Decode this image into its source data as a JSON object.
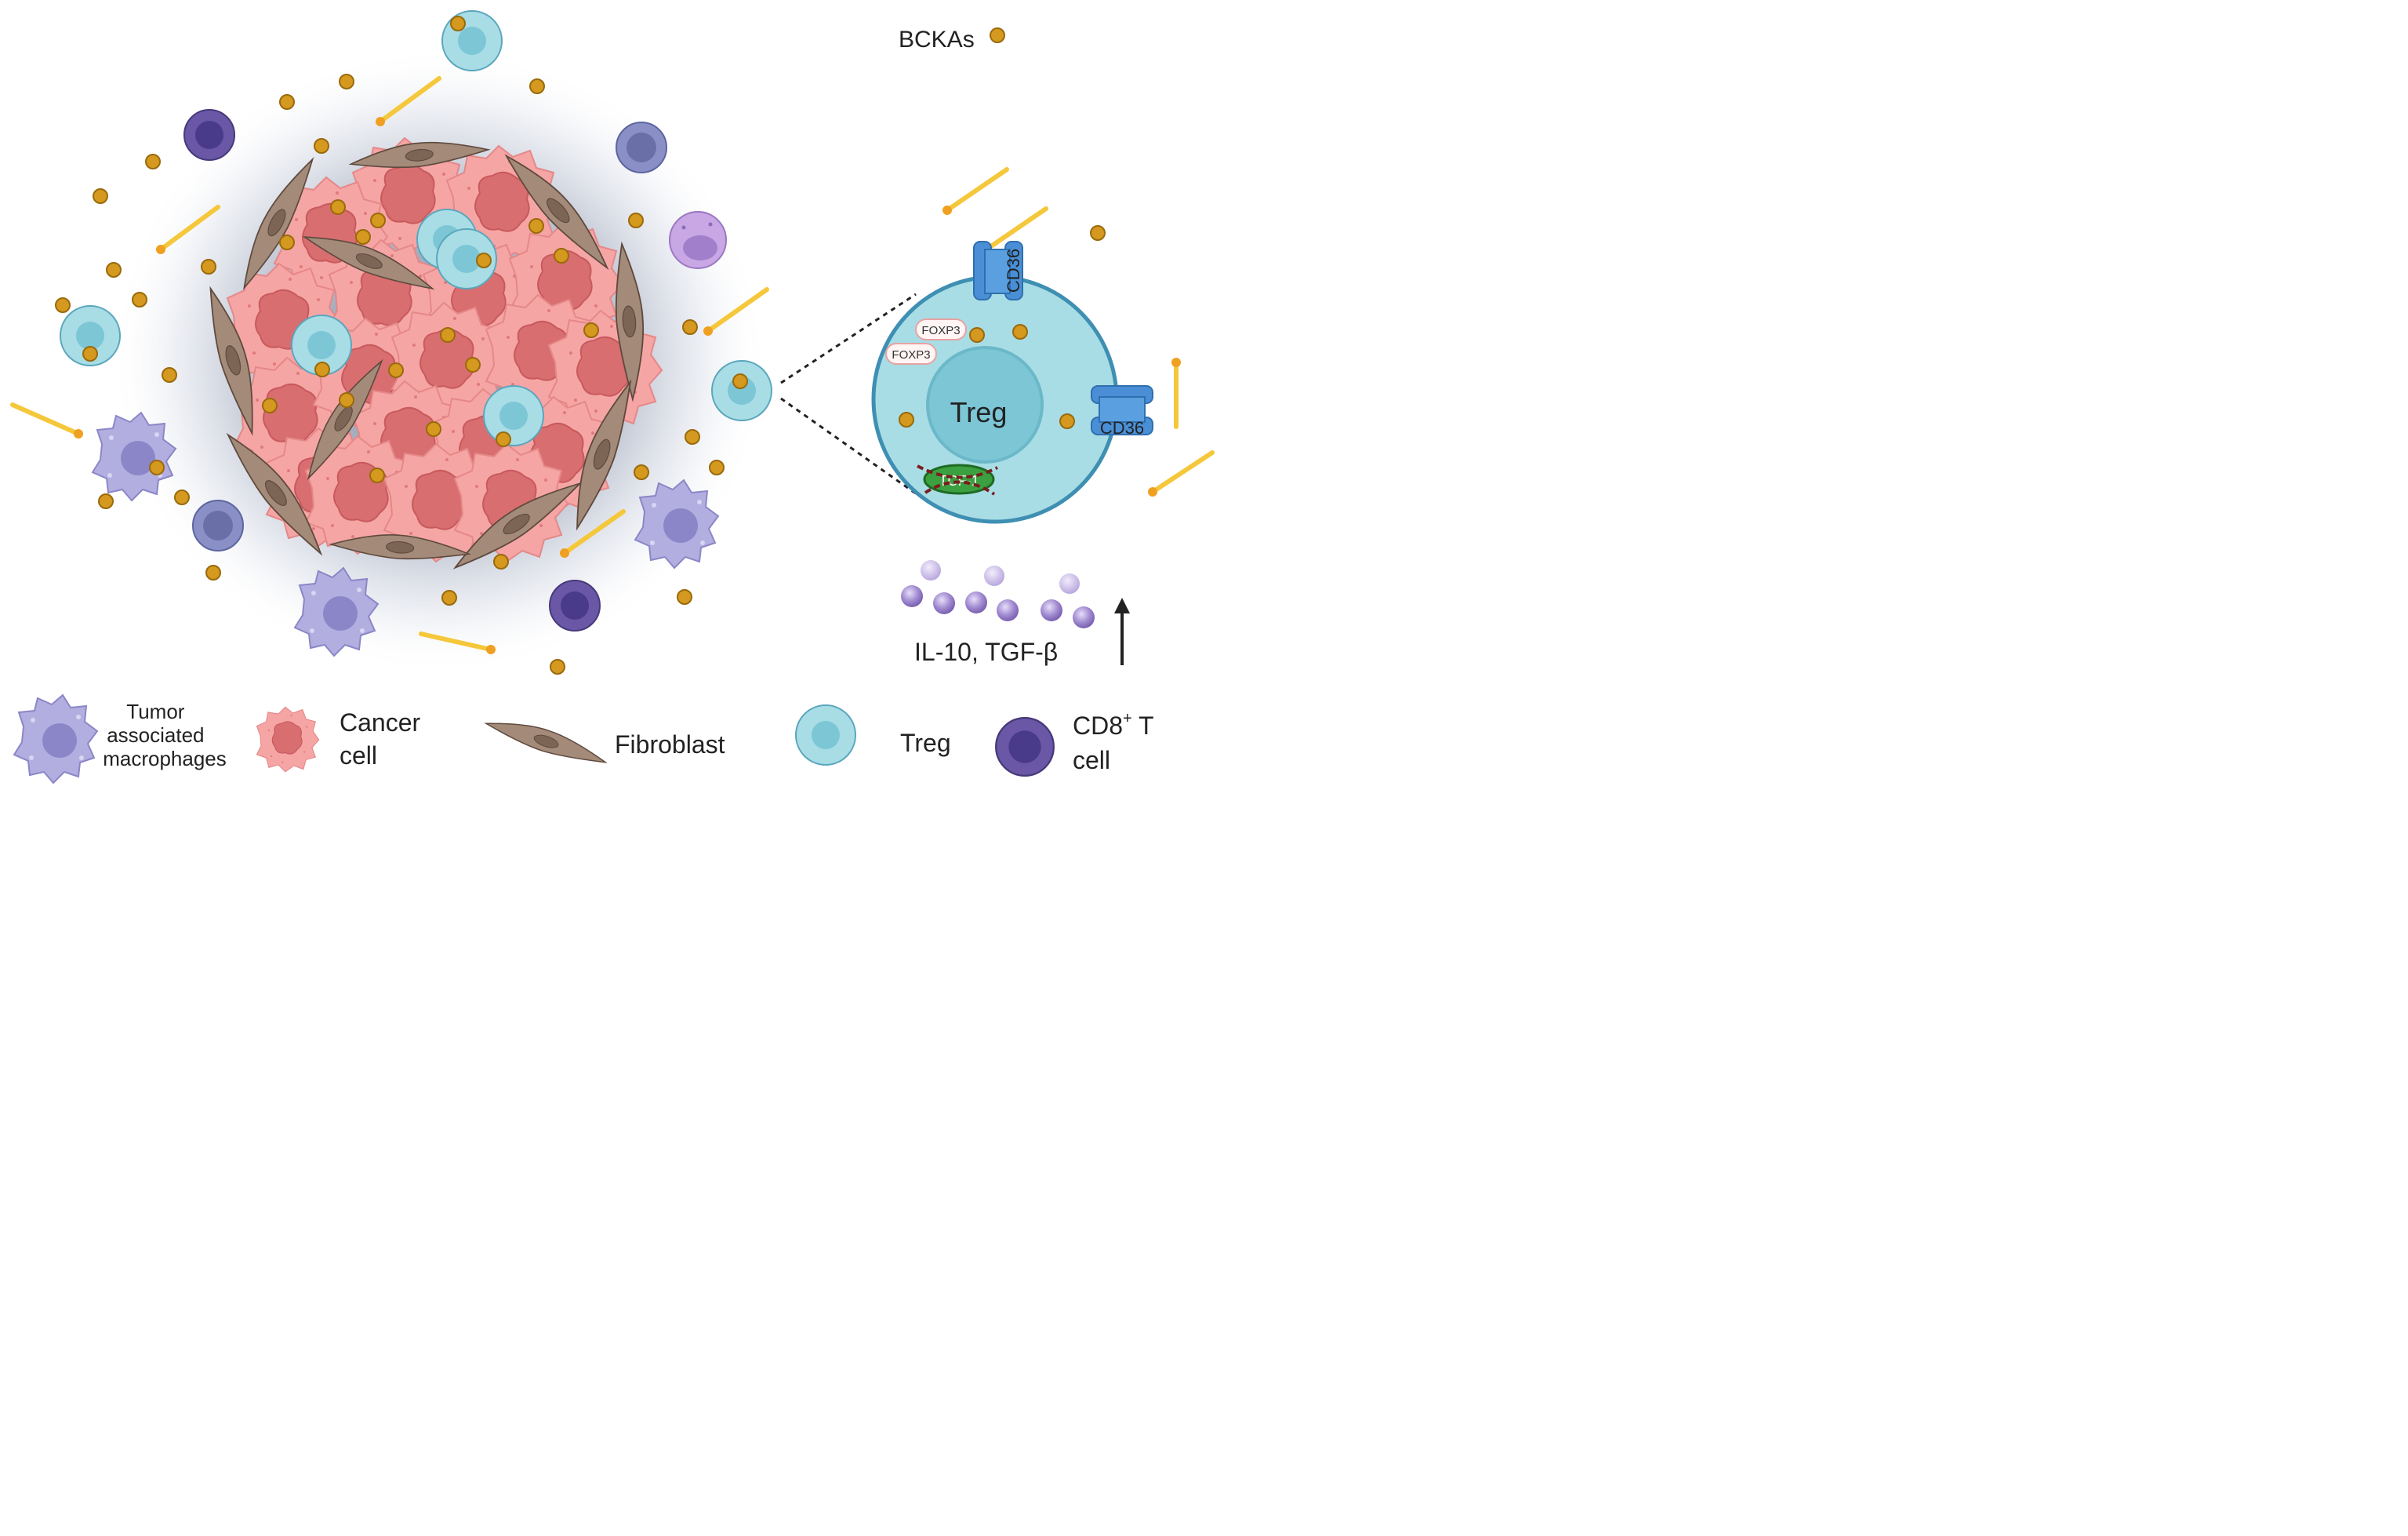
{
  "labels": {
    "bckas": "BCKAs",
    "cd36_top": "CD36",
    "cd36_right": "CD36",
    "foxp3_1": "FOXP3",
    "foxp3_2": "FOXP3",
    "treg_nucleus": "Treg",
    "tcf1": "TCF-1",
    "cytokines": "IL-10, TGF-β"
  },
  "legend": {
    "macrophage": [
      "Tumor",
      "associated",
      "macrophages"
    ],
    "cancer": [
      "Cancer",
      "cell"
    ],
    "fibroblast": "Fibroblast",
    "treg": "Treg",
    "cd8": {
      "main": "CD8",
      "sup": "+",
      "suffix": " T",
      "line2": "cell"
    }
  },
  "colors": {
    "bcka_fill": "#d4991e",
    "bcka_stroke": "#9a6a0c",
    "fatty_acid": "#f5c73a",
    "fatty_acid_head": "#f0a020",
    "treg_membrane": "#3f8fb3",
    "treg_cytoplasm": "#a8dde5",
    "treg_nucleus": "#7cc6d6",
    "cd36": "#4a8fd6",
    "tcf1": "#3ba040",
    "cancer_cell": "#f6a5a5",
    "cancer_nucleus": "#d86e70",
    "fibroblast": "#a48a78",
    "macrophage": "#b2aee0",
    "cd8_t_cell": "#6a57a6",
    "cytokine": "#9b7ec7"
  }
}
